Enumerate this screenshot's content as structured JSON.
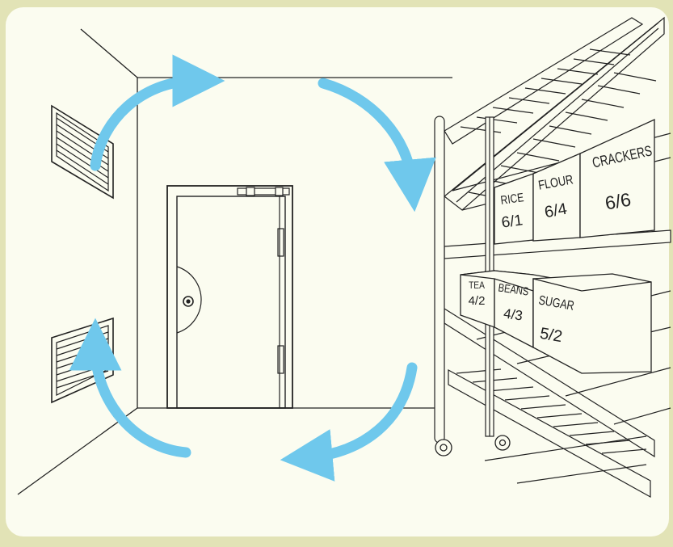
{
  "boxes": [
    {
      "name": "RICE",
      "code": "6/1"
    },
    {
      "name": "FLOUR",
      "code": "6/4"
    },
    {
      "name": "CRACKERS",
      "code": "6/6"
    },
    {
      "name": "TEA",
      "code": "4/2"
    },
    {
      "name": "BEANS",
      "code": "4/3"
    },
    {
      "name": "SUGAR",
      "code": "5/2"
    }
  ],
  "colors": {
    "arrow": "#6fc8ec",
    "line": "#222222",
    "border": "#e2e3b6",
    "background": "#fbfcf0"
  },
  "icons": [
    "airflow-arrow-icon",
    "vent-icon",
    "door-icon",
    "shelf-icon",
    "caster-wheel-icon"
  ]
}
